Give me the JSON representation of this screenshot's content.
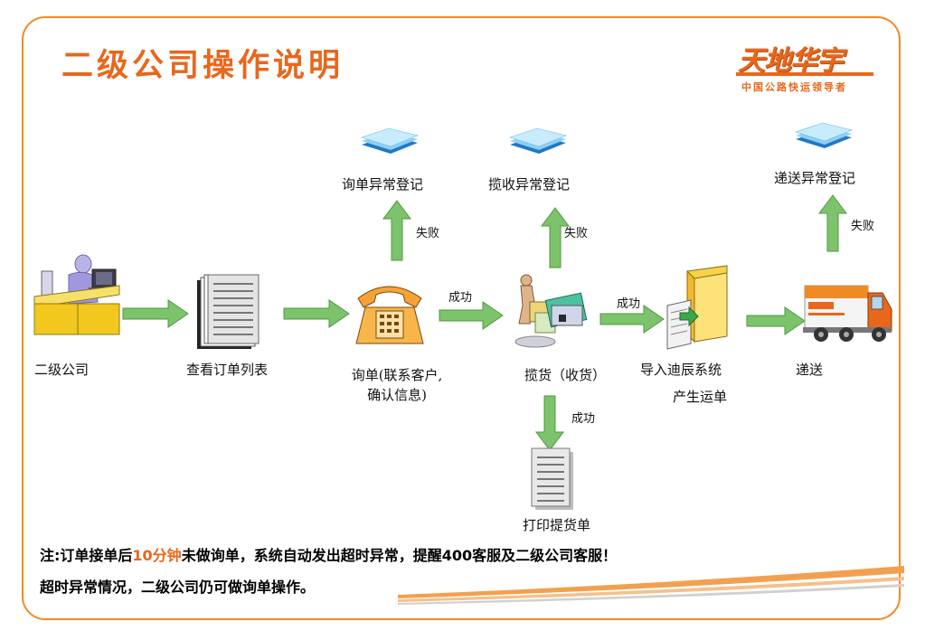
{
  "title": "二级公司操作说明",
  "logo": {
    "brand": "天地华宇",
    "slogan": "中国公路快运领导者"
  },
  "nodes": {
    "company": "二级公司",
    "order_list": "查看订单列表",
    "inquiry_line1": "询单(联系客户,",
    "inquiry_line2": "确认信息)",
    "pickup": "揽货（收货）",
    "import_line1": "导入迪辰系统",
    "import_line2": "产生运单",
    "delivery": "递送",
    "print": "打印提货单"
  },
  "exceptions": {
    "inquiry": "询单异常登记",
    "pickup": "揽收异常登记",
    "delivery": "递送异常登记"
  },
  "edge_labels": {
    "fail": "失败",
    "success": "成功"
  },
  "note": {
    "prefix": "注:订单接单后",
    "highlight": "10分钟",
    "suffix": "未做询单，系统自动发出超时异常，提醒400客服及二级公司客服！",
    "line2": "超时异常情况，二级公司仍可做询单操作。"
  },
  "colors": {
    "accent": "#e8671c",
    "arrow": "#7dc36b",
    "arrow_dark": "#4f9a40",
    "frame": "#f08a24"
  },
  "icons": [
    "worker-at-desk-icon",
    "document-stack-icon",
    "telephone-icon",
    "worker-with-boxes-icon",
    "folder-import-icon",
    "delivery-truck-icon",
    "paper-stack-icon",
    "printed-sheet-icon"
  ]
}
